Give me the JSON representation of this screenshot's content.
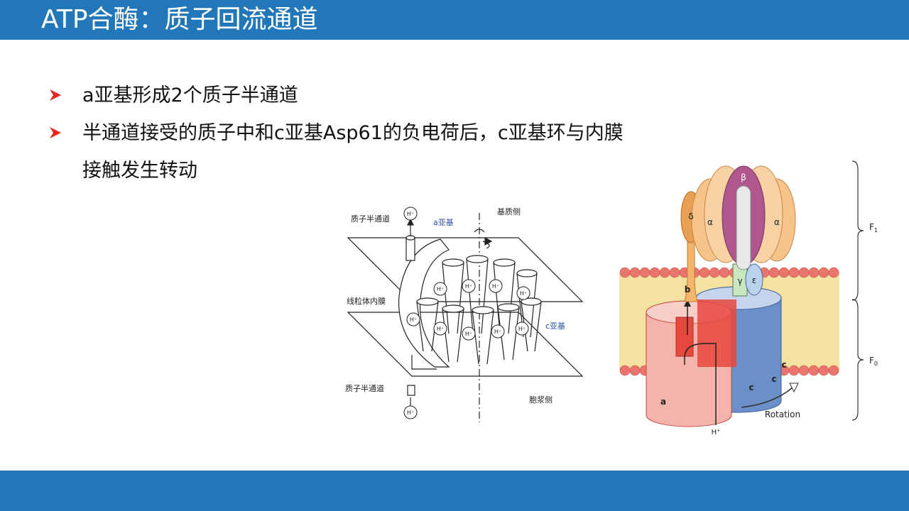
{
  "slide": {
    "title": "ATP合酶：质子回流通道",
    "bullets": [
      "a亚基形成2个质子半通道",
      "半通道接受的质子中和c亚基Asp61的负电荷后，c亚基环与内膜接触发生转动"
    ]
  },
  "figure1": {
    "labels": {
      "proton_half_channel_top": "质子半通道",
      "proton_half_channel_bottom": "质子半通道",
      "a_subunit": "a亚基",
      "matrix_side": "基质侧",
      "inner_membrane": "线粒体内膜",
      "c_subunit": "c亚基",
      "cytoplasm_side": "胞浆侧",
      "proton": "H⁺"
    }
  },
  "figure2": {
    "labels": {
      "beta": "β",
      "alpha_left": "α",
      "alpha_right": "α",
      "delta": "δ",
      "gamma": "γ",
      "epsilon": "ε",
      "b": "b",
      "a": "a",
      "c1": "c",
      "c2": "c",
      "c3": "c",
      "rotation": "Rotation",
      "proton": "H⁺",
      "f1_main": "F",
      "f1_sub": "1",
      "f0_main": "F",
      "f0_sub": "0"
    }
  },
  "colors": {
    "header_bar": "#2277b9",
    "bullet_arrow": "#e8261e",
    "subunit_a": "#e8473e",
    "subunit_c": "#5b84c4",
    "alpha_orange": "#f3b56b",
    "beta_purple": "#b0578e"
  }
}
